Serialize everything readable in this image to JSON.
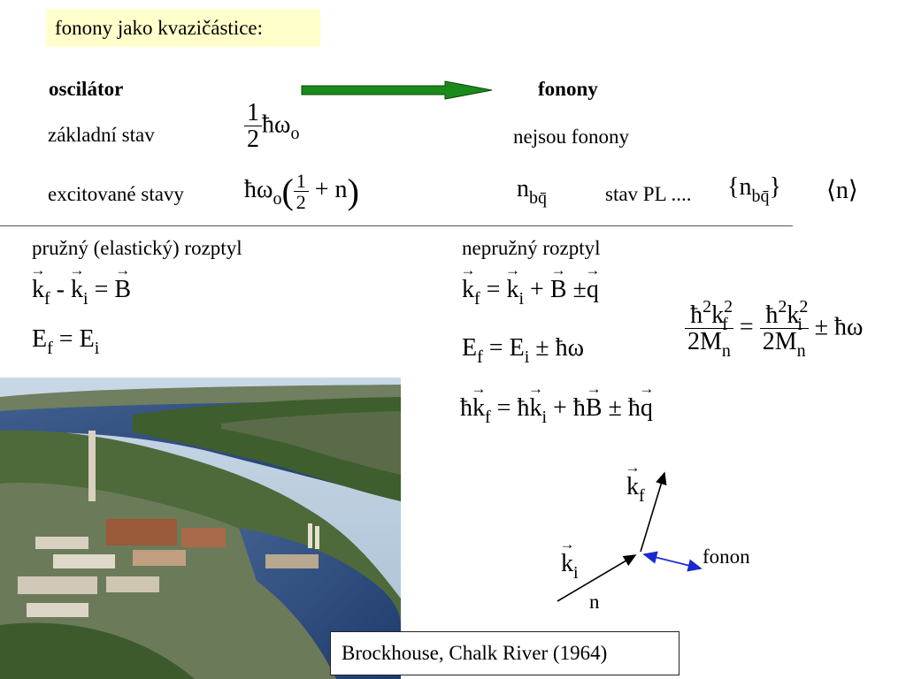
{
  "slide": {
    "title": "fonony jako kvazičástice:",
    "header_left": "oscilátor",
    "header_right": "fonony",
    "row1": {
      "label": "základní stav",
      "formula_num": "1",
      "formula_den": "2",
      "formula_hbar": "ħω",
      "formula_sub": "o",
      "right_text": "nejsou fonony"
    },
    "row2": {
      "label": "excitované stavy",
      "formula_hbar": "ħω",
      "formula_sub": "o",
      "formula_paren_open": "(",
      "formula_num": "1",
      "formula_den": "2",
      "formula_plus_n": "+ n",
      "formula_paren_close": ")",
      "nbq_n": "n",
      "nbq_sub": "bq̄",
      "stav_pl": "stav PL ....",
      "brace_open": "{",
      "brace_n": "n",
      "brace_sub": "bq̄",
      "brace_close": "}",
      "ket": "⟨n⟩"
    },
    "elastic": {
      "heading": "pružný (elastický) rozptyl",
      "eq1": {
        "k": "k",
        "f": "f",
        "minus": "-",
        "k2": "k",
        "i": "i",
        "eq": "=",
        "B": "B"
      },
      "eq2": {
        "E": "E",
        "f": "f",
        "eq": "=",
        "E2": "E",
        "i": "i"
      }
    },
    "inelastic": {
      "heading": "nepružný rozptyl",
      "eq1": {
        "k": "k",
        "f": "f",
        "eq": "=",
        "k2": "k",
        "i": "i",
        "plus": "+",
        "B": "B",
        "pm": "±",
        "q": "q"
      },
      "eq2": {
        "E": "E",
        "f": "f",
        "eq": "=",
        "E2": "E",
        "i": "i",
        "pm": "± ħω"
      },
      "eq3": {
        "hbar1": "ħ",
        "sup1": "2",
        "k1": "k",
        "sup1b": "2",
        "sub1": "f",
        "den1": "2M",
        "den1sub": "n",
        "eq": "=",
        "hbar2": "ħ",
        "sup2": "2",
        "k2": "k",
        "sup2b": "2",
        "sub2": "i",
        "den2": "2M",
        "den2sub": "n",
        "pm": "± ħω"
      },
      "eq4": {
        "h1": "ħ",
        "k1": "k",
        "f": "f",
        "eq": "= ħ",
        "k2": "k",
        "i": "i",
        "plus": "+ ħ",
        "B": "B",
        "pm": "± ħ",
        "q": "q"
      }
    },
    "diagram": {
      "kf_k": "k",
      "kf_sub": "f",
      "ki_k": "k",
      "ki_sub": "i",
      "n_label": "n",
      "fonon_label": "fonon"
    },
    "caption": "Brockhouse, Chalk River (1964)",
    "colors": {
      "title_bg": "#ffffcc",
      "arrow_green": "#1a8a1a",
      "fonon_blue": "#1a2ad0"
    }
  }
}
